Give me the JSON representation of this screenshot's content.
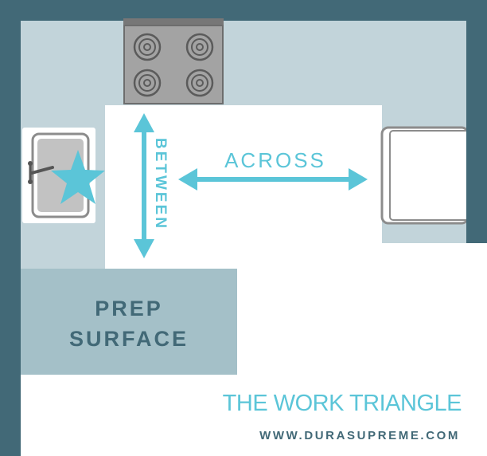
{
  "labels": {
    "between": "BETWEEN",
    "across": "ACROSS",
    "prep_line1": "PREP",
    "prep_line2": "SURFACE"
  },
  "footer": {
    "title": "THE WORK TRIANGLE",
    "website": "WWW.DURASUPREME.COM"
  },
  "colors": {
    "wall": "#426977",
    "counter": "#c2d4da",
    "prep_surface": "#a4c0c8",
    "accent": "#5bc5d8",
    "appliance": "#8c8c8c"
  },
  "icons": [
    "stove-icon",
    "sink-icon",
    "faucet-icon",
    "star-icon",
    "refrigerator-icon",
    "vertical-arrow-icon",
    "horizontal-arrow-icon"
  ]
}
